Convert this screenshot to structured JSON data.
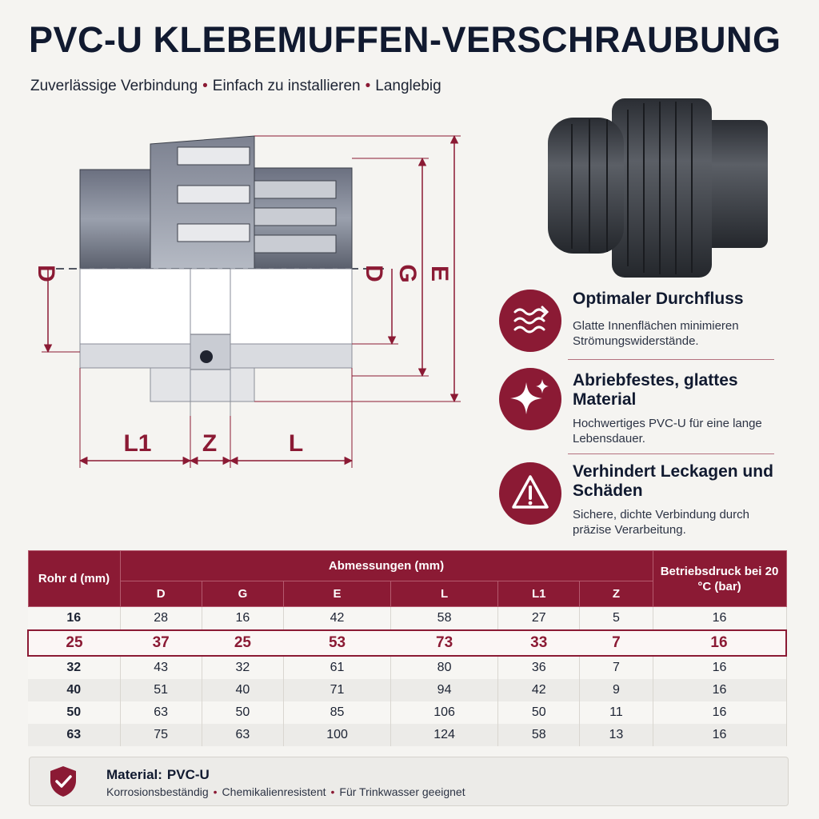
{
  "header": {
    "title": "PVC-U KLEBEMUFFEN-VERSCHRAUBUNG",
    "subtitle_items": [
      "Zuverlässige Verbindung",
      "Einfach zu installieren",
      "Langlebig"
    ]
  },
  "drawing": {
    "labels": {
      "d": "D",
      "d_inner": "D",
      "g": "G",
      "e": "E",
      "l1": "L1",
      "z": "Z",
      "l": "L"
    }
  },
  "features": [
    {
      "icon": "flow-icon",
      "title": "Optimaler Durchfluss",
      "desc": "Glatte Innenflächen minimieren Strömungswiderstände."
    },
    {
      "icon": "sparkle-icon",
      "title": "Abriebfestes, glattes Material",
      "desc": "Hochwertiges PVC-U für eine lange Lebensdauer."
    },
    {
      "icon": "warning-icon",
      "title": "Verhindert Leckagen und Schäden",
      "desc": "Sichere, dichte Verbindung durch präzise Verarbeitung."
    }
  ],
  "table": {
    "header_rohr": "Rohr d (mm)",
    "header_abmessungen": "Abmessungen (mm)",
    "header_druck": "Betriebsdruck bei 20 °C (bar)",
    "columns": [
      "D",
      "G",
      "E",
      "L",
      "L1",
      "Z"
    ],
    "highlight_row": 1,
    "rows": [
      [
        "16",
        "28",
        "16",
        "42",
        "58",
        "27",
        "5",
        "16"
      ],
      [
        "25",
        "37",
        "25",
        "53",
        "73",
        "33",
        "7",
        "16"
      ],
      [
        "32",
        "43",
        "32",
        "61",
        "80",
        "36",
        "7",
        "16"
      ],
      [
        "40",
        "51",
        "40",
        "71",
        "94",
        "42",
        "9",
        "16"
      ],
      [
        "50",
        "63",
        "50",
        "85",
        "106",
        "50",
        "11",
        "16"
      ],
      [
        "63",
        "75",
        "63",
        "100",
        "124",
        "58",
        "13",
        "16"
      ]
    ]
  },
  "material": {
    "label": "Material:",
    "value": "PVC-U",
    "props": [
      "Korrosionsbeständig",
      "Chemikalienresistent",
      "Für Trinkwasser geeignet"
    ]
  },
  "colors": {
    "accent": "#8b1a34",
    "navy": "#111a30",
    "pipe": "#4e525a"
  }
}
